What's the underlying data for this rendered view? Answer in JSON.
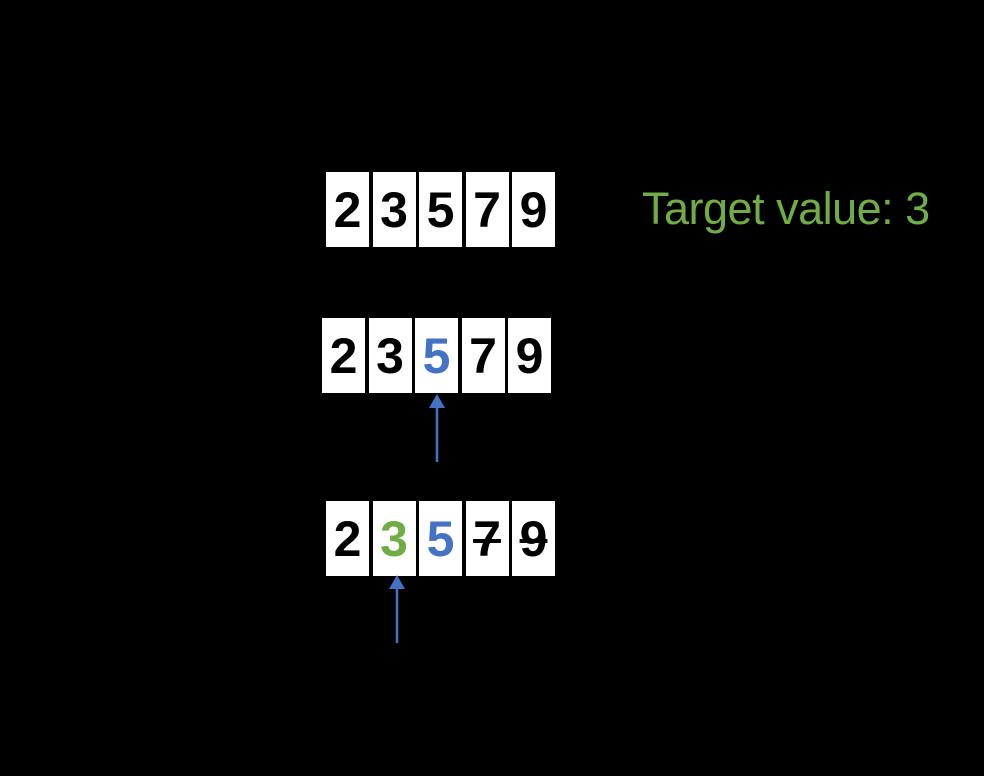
{
  "slide": {
    "description": "Binary search diagram on a sorted array",
    "target_label": "Target value: 3"
  },
  "colors": {
    "background": "#000000",
    "cell_fill": "#FFFFFF",
    "digit_black": "#000000",
    "mid_blue": "#4472C4",
    "found_green": "#70AD47",
    "arrow_blue": "#4472C4"
  },
  "rows": [
    {
      "label": "initial-array",
      "cells": [
        {
          "value": "2",
          "role": "normal"
        },
        {
          "value": "3",
          "role": "normal"
        },
        {
          "value": "5",
          "role": "normal"
        },
        {
          "value": "7",
          "role": "normal"
        },
        {
          "value": "9",
          "role": "normal"
        }
      ]
    },
    {
      "label": "first-midpoint-check",
      "cells": [
        {
          "value": "2",
          "role": "normal"
        },
        {
          "value": "3",
          "role": "normal"
        },
        {
          "value": "5",
          "role": "mid"
        },
        {
          "value": "7",
          "role": "normal"
        },
        {
          "value": "9",
          "role": "normal"
        }
      ]
    },
    {
      "label": "second-step-found",
      "cells": [
        {
          "value": "2",
          "role": "normal"
        },
        {
          "value": "3",
          "role": "found"
        },
        {
          "value": "5",
          "role": "mid"
        },
        {
          "value": "7",
          "role": "discarded"
        },
        {
          "value": "9",
          "role": "discarded"
        }
      ]
    }
  ],
  "arrows": [
    {
      "name": "pointer-to-mid-element",
      "points_to": "5"
    },
    {
      "name": "pointer-to-found-element",
      "points_to": "3"
    }
  ]
}
